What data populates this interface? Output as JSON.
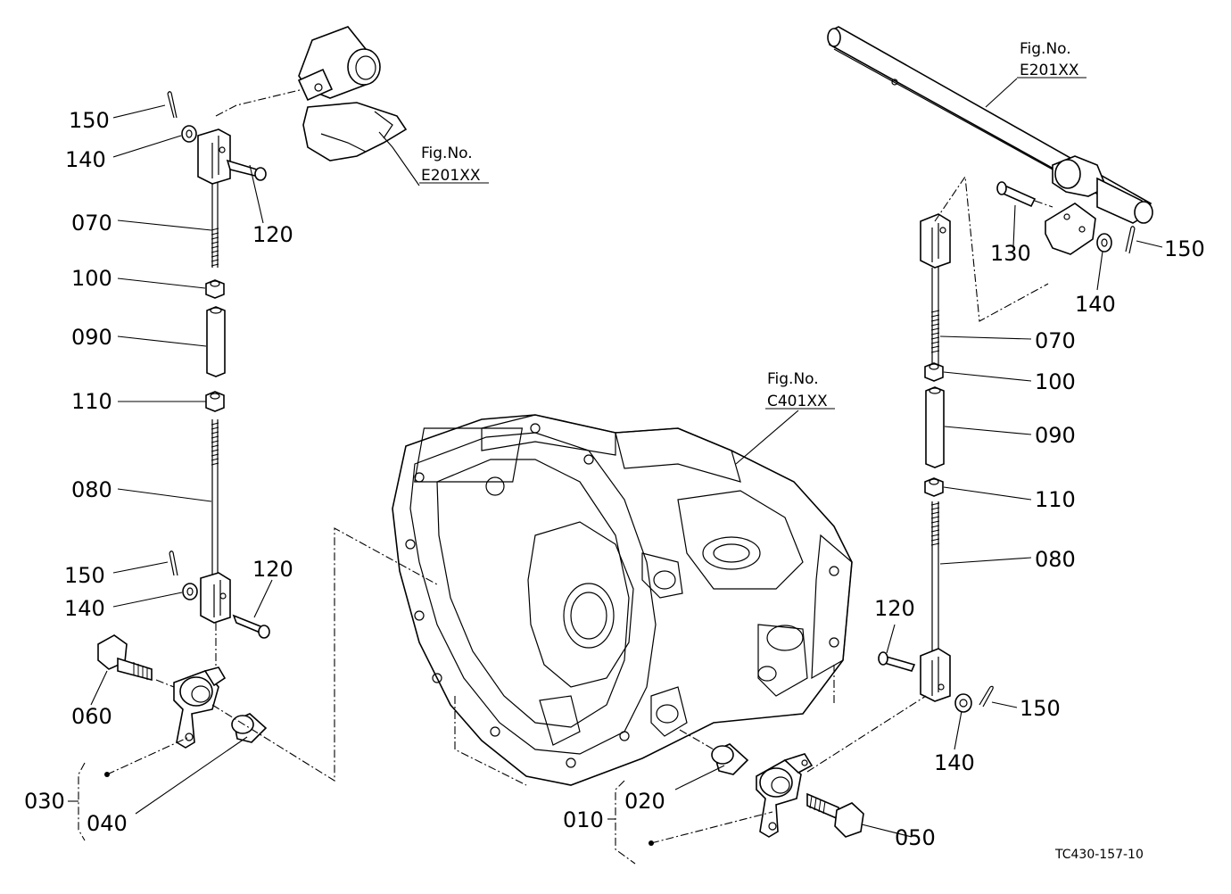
{
  "callouts": {
    "c150a": "150",
    "c140a": "140",
    "c070a": "070",
    "c120a": "120",
    "c100a": "100",
    "c090a": "090",
    "c110a": "110",
    "c080a": "080",
    "c150b": "150",
    "c140b": "140",
    "c120b": "120",
    "c060": "060",
    "c030": "030",
    "c040": "040",
    "c130": "130",
    "c150c": "150",
    "c140c": "140",
    "c070b": "070",
    "c100b": "100",
    "c090b": "090",
    "c110b": "110",
    "c080b": "080",
    "c120c": "120",
    "c150d": "150",
    "c140d": "140",
    "c020": "020",
    "c010": "010",
    "c050": "050"
  },
  "refs": {
    "left": {
      "fig": "Fig.No.",
      "code": "E201XX"
    },
    "right": {
      "fig": "Fig.No.",
      "code": "E201XX"
    },
    "center": {
      "fig": "Fig.No.",
      "code": "C401XX"
    }
  },
  "drawing_code": "TC430-157-10"
}
